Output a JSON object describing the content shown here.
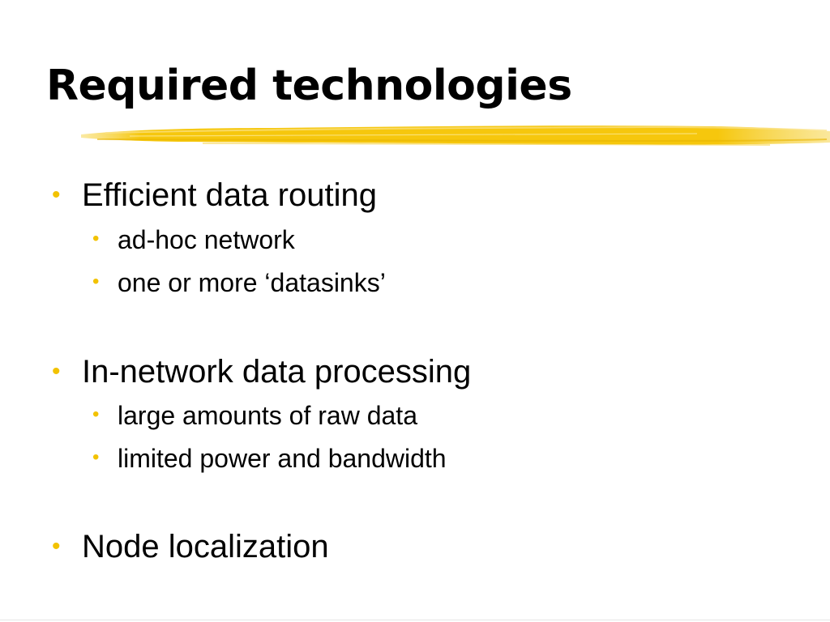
{
  "slide": {
    "title": "Required technologies",
    "bullet_glyph": "•",
    "bullet_color": "#f2c200",
    "accent_stroke_color": "#f5c400",
    "sections": [
      {
        "label": "Efficient data routing",
        "items": [
          "ad-hoc network",
          "one or more ‘datasinks’"
        ]
      },
      {
        "label": "In-network data processing",
        "items": [
          "large amounts of raw data",
          "limited power and bandwidth"
        ]
      },
      {
        "label": "Node localization",
        "items": []
      }
    ]
  }
}
